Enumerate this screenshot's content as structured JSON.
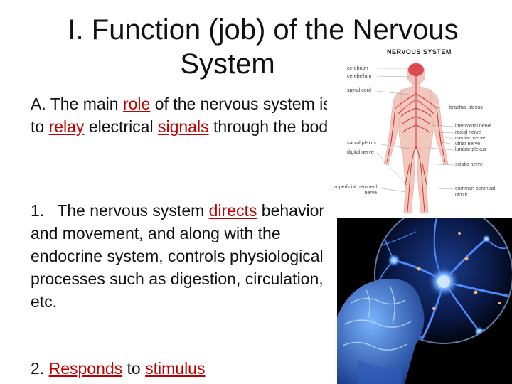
{
  "slide": {
    "title_line1": "I. Function (job) of the Nervous",
    "title_line2": "System",
    "para_a": {
      "t1": "A. The main ",
      "k1": "role",
      "t2": " of the nervous system is to ",
      "k2": "relay",
      "t3": " electrical ",
      "k3": "signals",
      "t4": " through the body."
    },
    "para_1": {
      "num": "1.",
      "t1": "The nervous system ",
      "k1": "directs",
      "t2": " behavior and movement, and along with the endocrine system, controls physiological processes such as digestion, circulation, etc."
    },
    "para_2": {
      "t1": "2. ",
      "k1": "Responds",
      "t2": " to ",
      "k2": "stimulus"
    }
  },
  "diagram": {
    "title": "NERVOUS SYSTEM",
    "labels_left": [
      "cerebrum",
      "cerebellum",
      "spinal cord",
      "sacral plexus",
      "digital nerve",
      "superficial peroneal nerve"
    ],
    "labels_right": [
      "brachial plexus",
      "intercostal nerve",
      "radial nerve",
      "median nerve",
      "ulnar nerve",
      "lumbar plexus",
      "sciatic nerve",
      "common peroneal nerve"
    ]
  },
  "colors": {
    "keyword": "#c00000",
    "text": "#111111",
    "nerve": "#d8323c",
    "body": "#f2c7bd"
  },
  "icons": {
    "diagram": "human-nervous-system-figure",
    "photo": "brain-neurons-image"
  }
}
